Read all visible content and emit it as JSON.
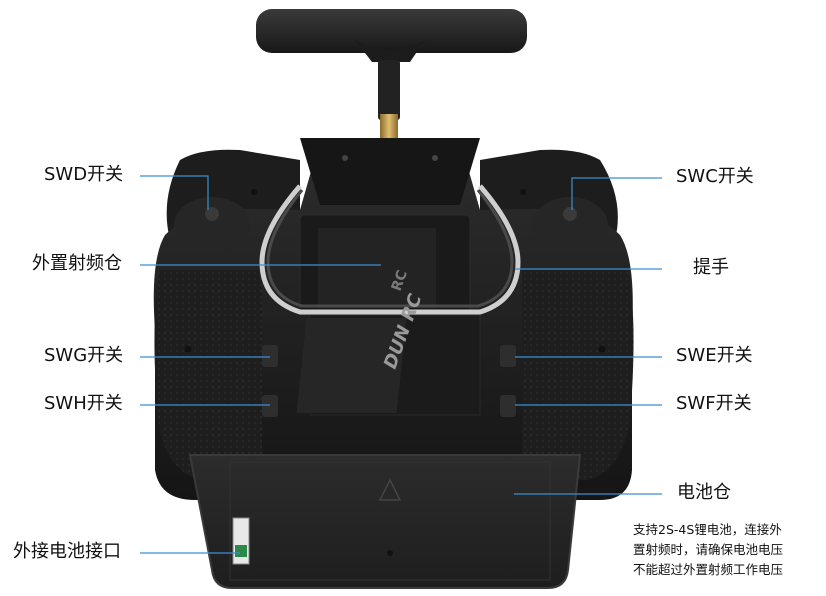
{
  "labels": {
    "swd": "SWD开关",
    "external_rf_bay": "外置射频仓",
    "swg": "SWG开关",
    "swh": "SWH开关",
    "external_battery_port": "外接电池接口",
    "swc": "SWC开关",
    "handle": "提手",
    "swe": "SWE开关",
    "swf": "SWF开关",
    "battery_bay": "电池仓"
  },
  "note": {
    "line1": "支持2S-4S锂电池，连接外",
    "line2": "置射频时，请确保电池电压",
    "line3": "不能超过外置射频工作电压"
  },
  "brand_text": "DUN RC",
  "colors": {
    "leader_line": "#3b8fd4",
    "body_dark": "#1b1b1b",
    "body_mid": "#2a2a2a",
    "accent_silver": "#cfcfcf"
  }
}
